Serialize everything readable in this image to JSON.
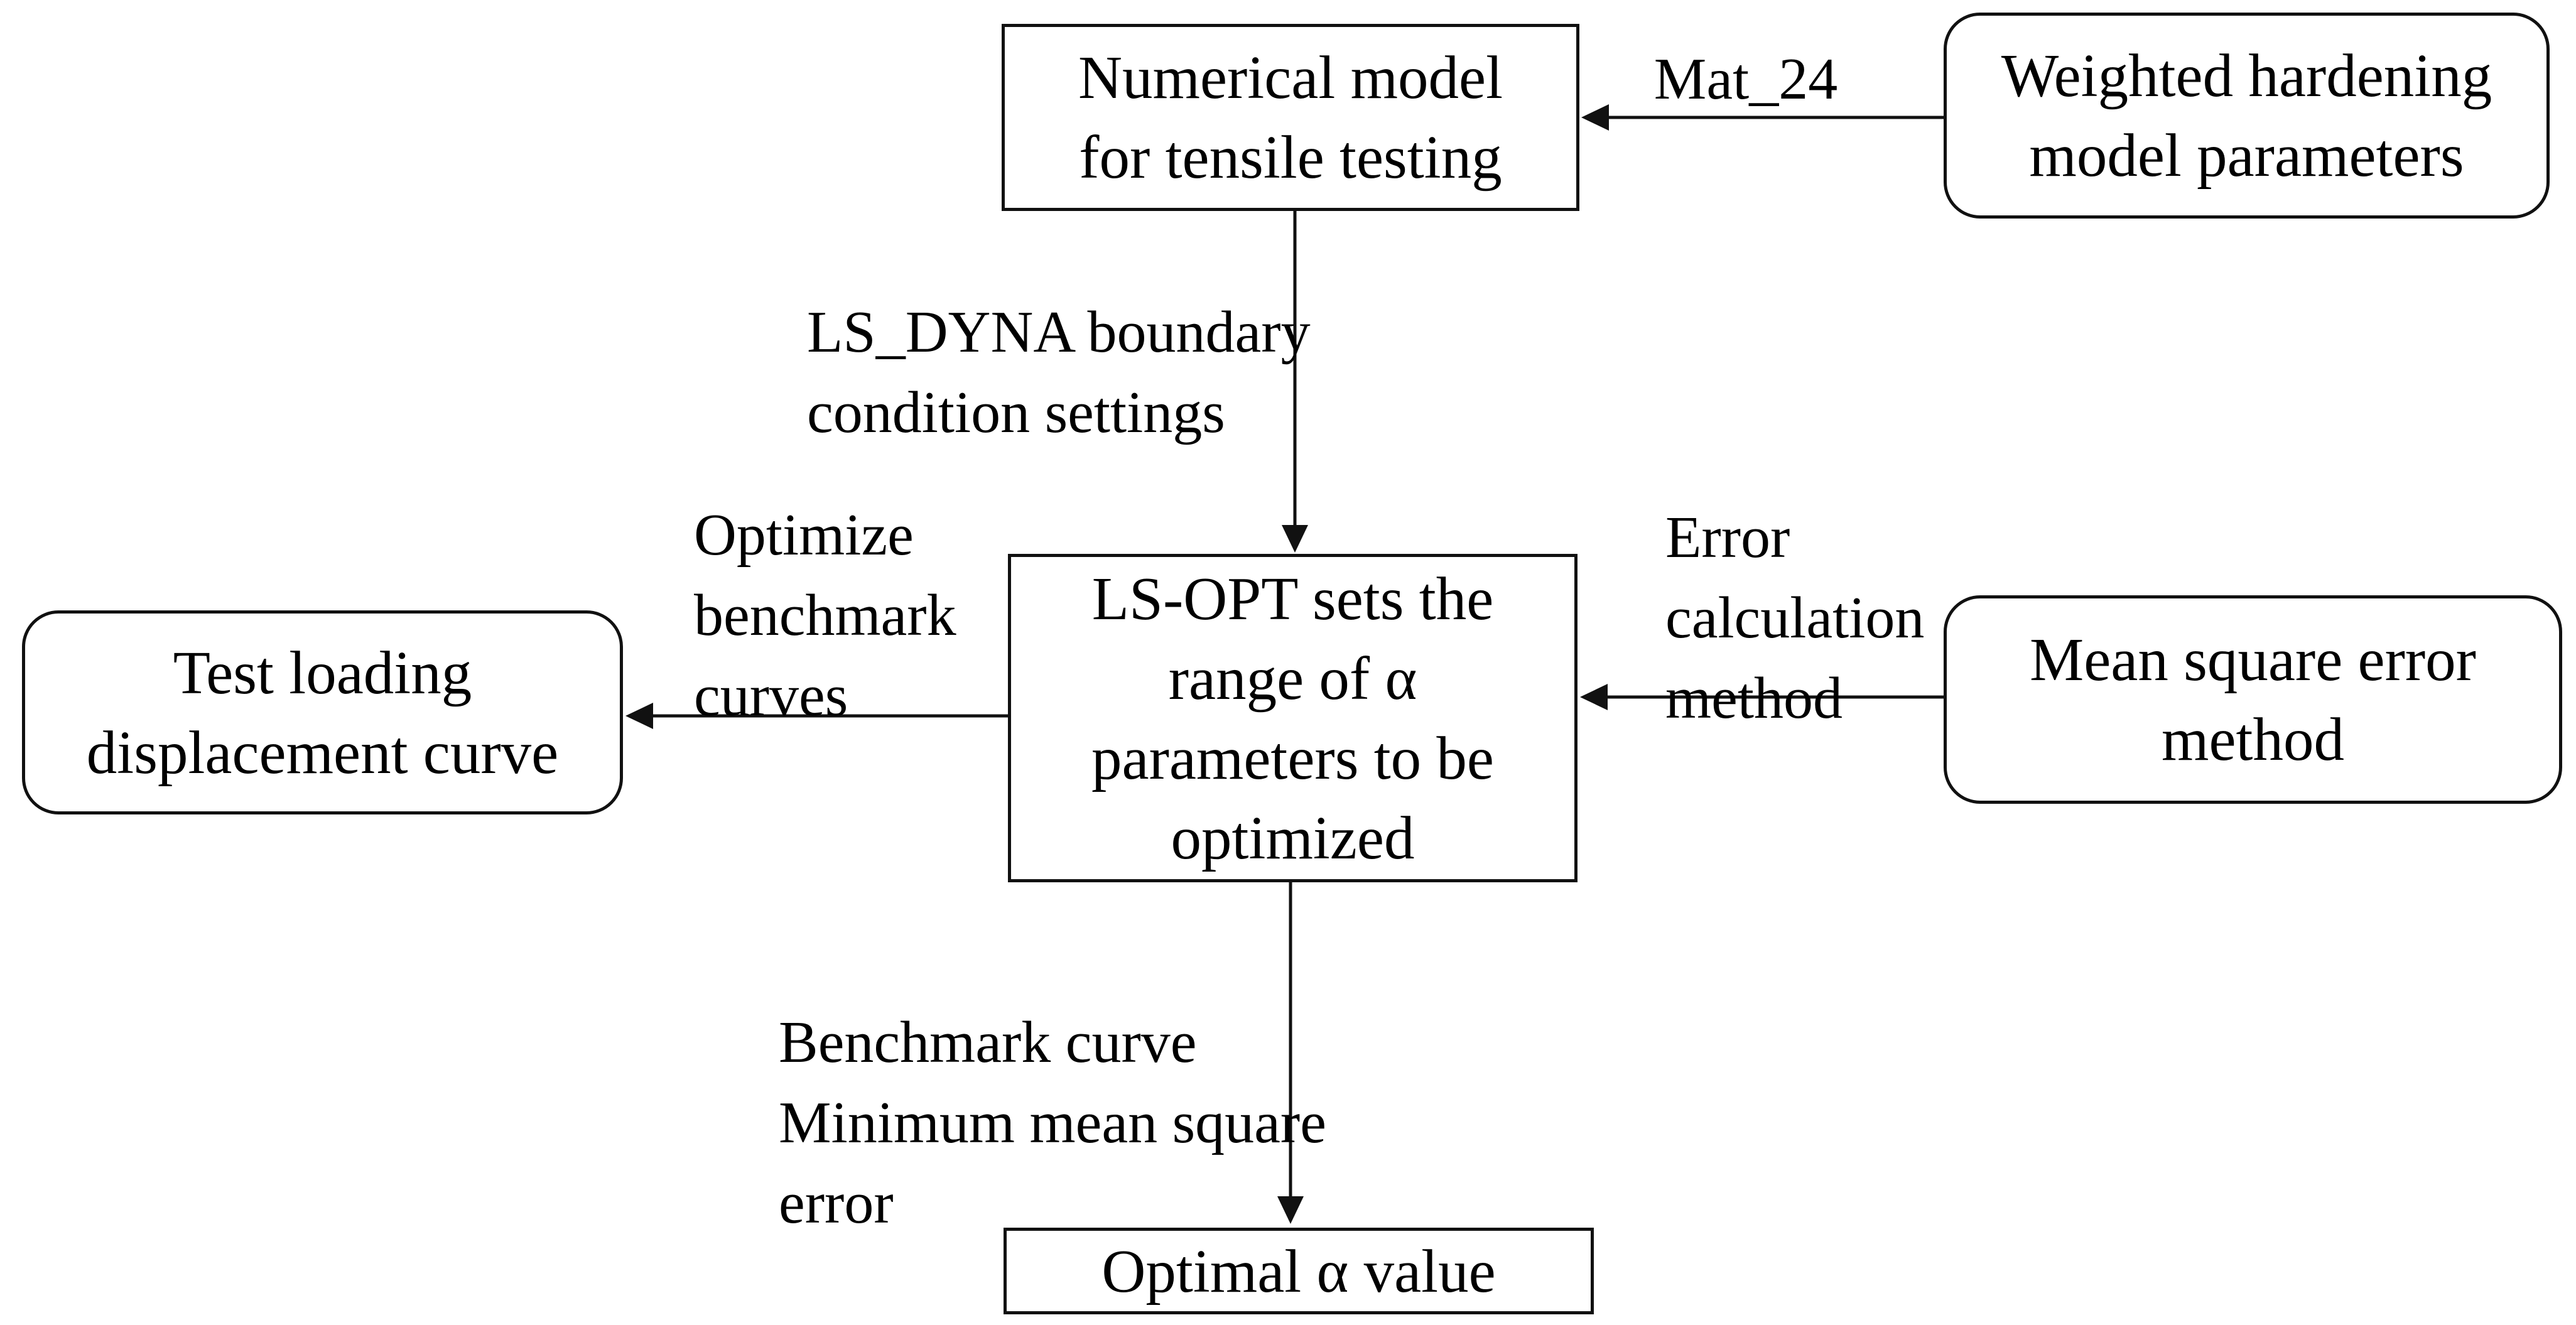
{
  "diagram": {
    "background": "#ffffff",
    "ink_color": "#111111",
    "nodes": [
      {
        "id": "numerical-model",
        "shape": "rect",
        "lines": [
          "Numerical model",
          "for tensile testing"
        ]
      },
      {
        "id": "weighted-hardening",
        "shape": "rounded",
        "lines": [
          "Weighted hardening",
          "model parameters"
        ]
      },
      {
        "id": "ls-opt",
        "shape": "rect",
        "lines": [
          "LS-OPT sets the",
          "range of α",
          "parameters to be",
          "optimized"
        ]
      },
      {
        "id": "test-loading",
        "shape": "rounded",
        "lines": [
          "Test loading",
          "displacement curve"
        ]
      },
      {
        "id": "mean-square",
        "shape": "rounded",
        "lines": [
          "Mean square error",
          "method"
        ]
      },
      {
        "id": "optimal-alpha",
        "shape": "rect",
        "lines": [
          "Optimal α value"
        ]
      }
    ],
    "edges": [
      {
        "from": "weighted-hardening",
        "to": "numerical-model",
        "label_lines": [
          "Mat_24"
        ]
      },
      {
        "from": "numerical-model",
        "to": "ls-opt",
        "label_lines": [
          "LS_DYNA boundary",
          "condition settings"
        ]
      },
      {
        "from": "ls-opt",
        "to": "test-loading",
        "label_lines": [
          "Optimize",
          "benchmark",
          "curves"
        ]
      },
      {
        "from": "mean-square",
        "to": "ls-opt",
        "label_lines": [
          "Error",
          "calculation",
          "method"
        ]
      },
      {
        "from": "ls-opt",
        "to": "optimal-alpha",
        "label_lines": [
          "Benchmark curve",
          "Minimum mean square",
          "error"
        ]
      }
    ]
  }
}
